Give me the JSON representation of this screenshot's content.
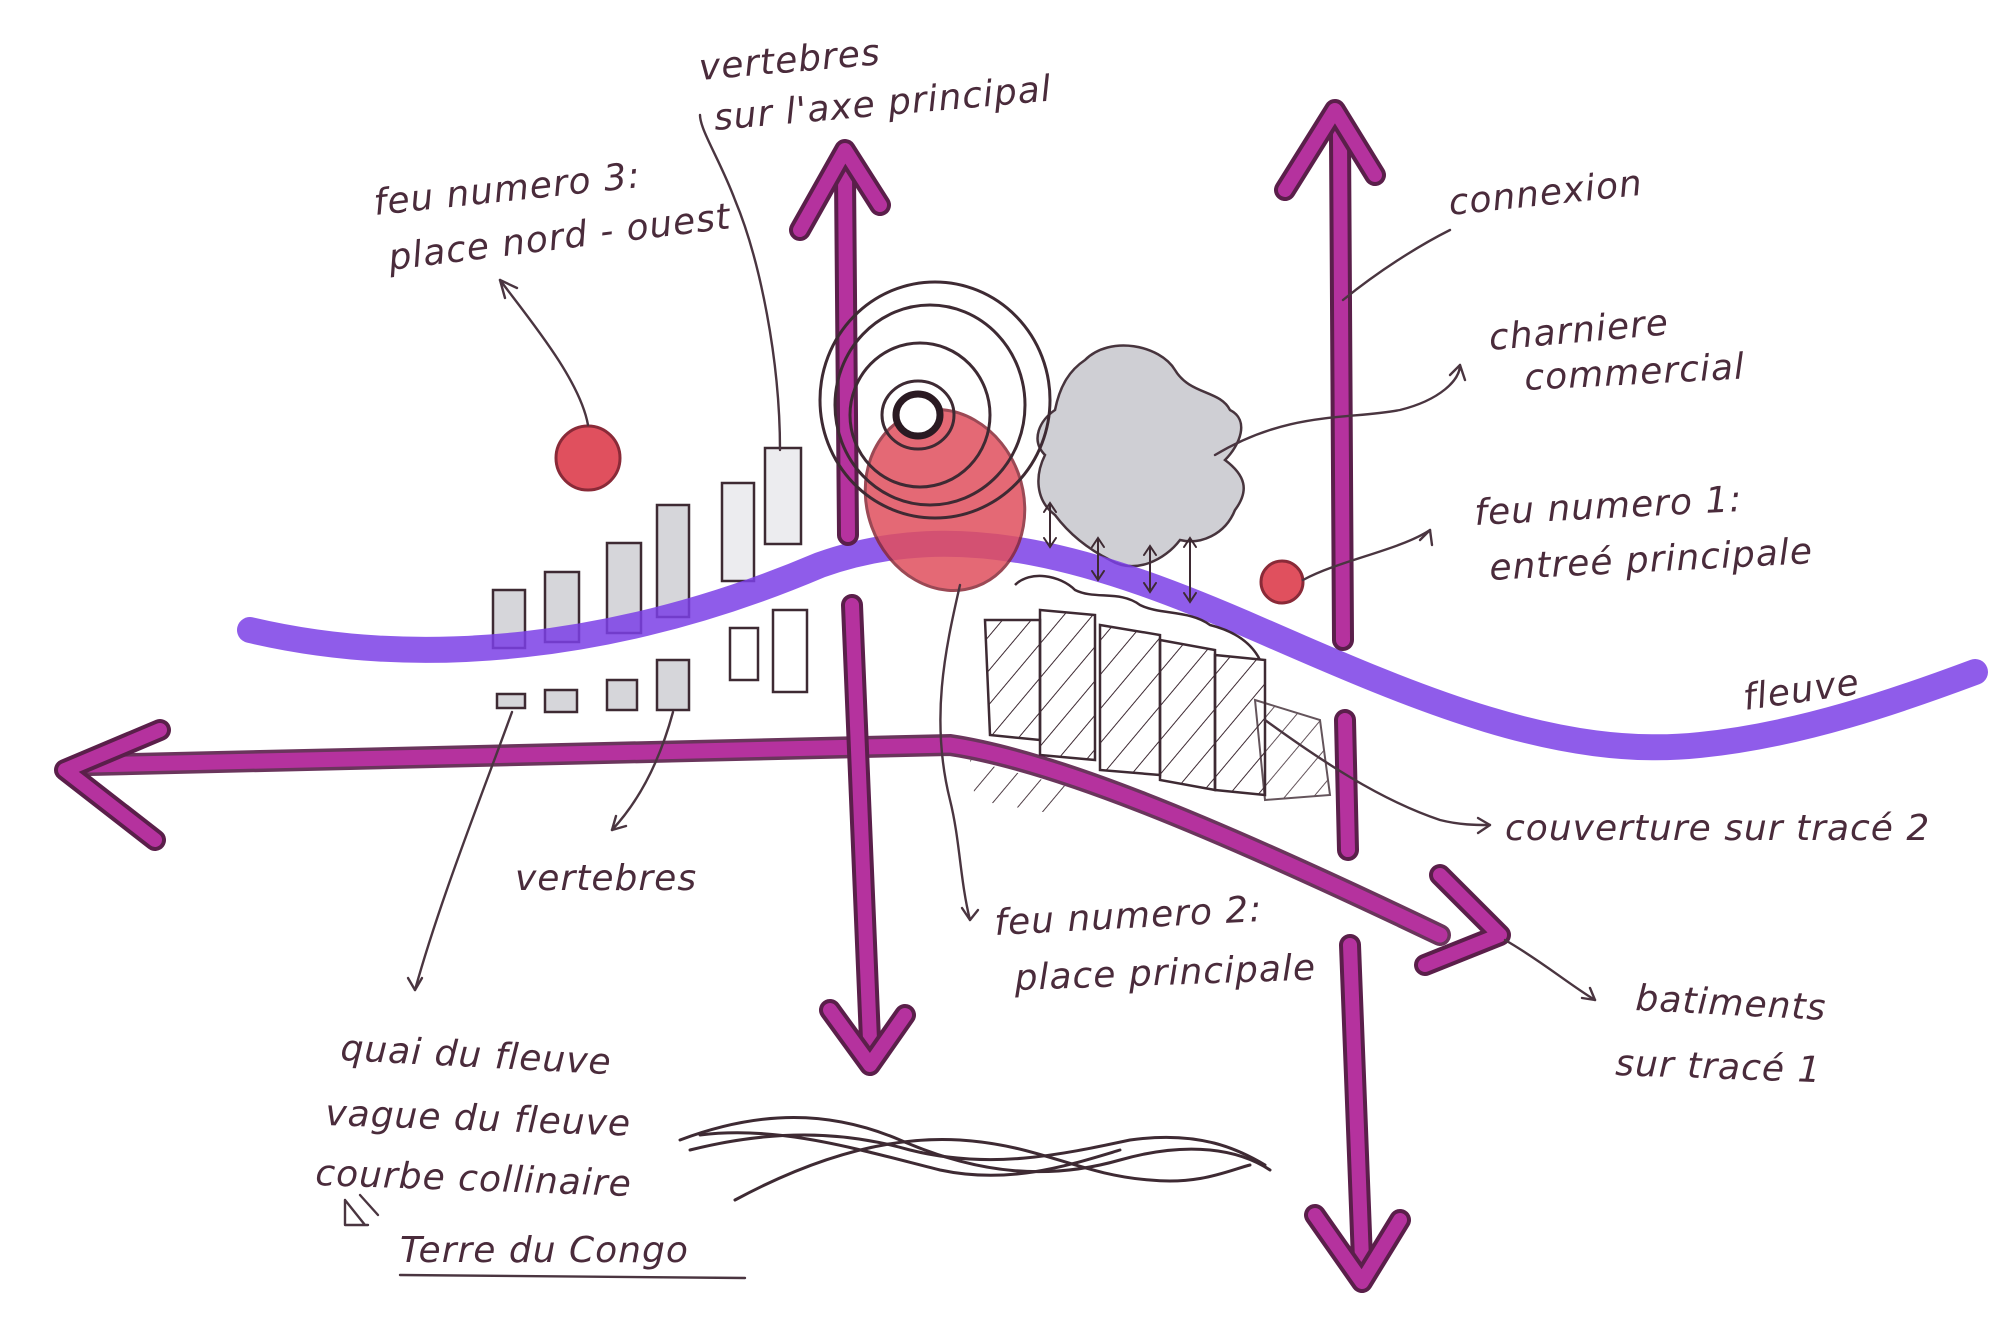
{
  "colors": {
    "paper": "#ffffff",
    "axis_magenta": "#b5329e",
    "axis_outline": "#5a1f4a",
    "river_violet": "#7b3fe6",
    "fire_red": "#e0505e",
    "fire_outline": "#8a2a38",
    "commercial_grey": "#cdcdd2",
    "ink": "#3e2a33"
  },
  "labels": {
    "vertebres_axe_line1": "vertebres",
    "vertebres_axe_line2": "sur l'axe principal",
    "feu3_line1": "feu numero 3:",
    "feu3_line2": "place nord - ouest",
    "connexion": "connexion",
    "charniere_line1": "charniere",
    "charniere_line2": "commercial",
    "feu1_line1": "feu numero 1:",
    "feu1_line2": "entreé principale",
    "fleuve": "fleuve",
    "couverture": "couverture sur tracé 2",
    "vertebres_lower": "vertebres",
    "feu2_line1": "feu numero 2:",
    "feu2_line2": "place principale",
    "batiments_line1": "batiments",
    "batiments_line2": "sur tracé 1",
    "quai_line1": "quai du fleuve",
    "quai_line2": "vague du fleuve",
    "quai_line3": "courbe collinaire",
    "terre": "Terre du Congo"
  }
}
